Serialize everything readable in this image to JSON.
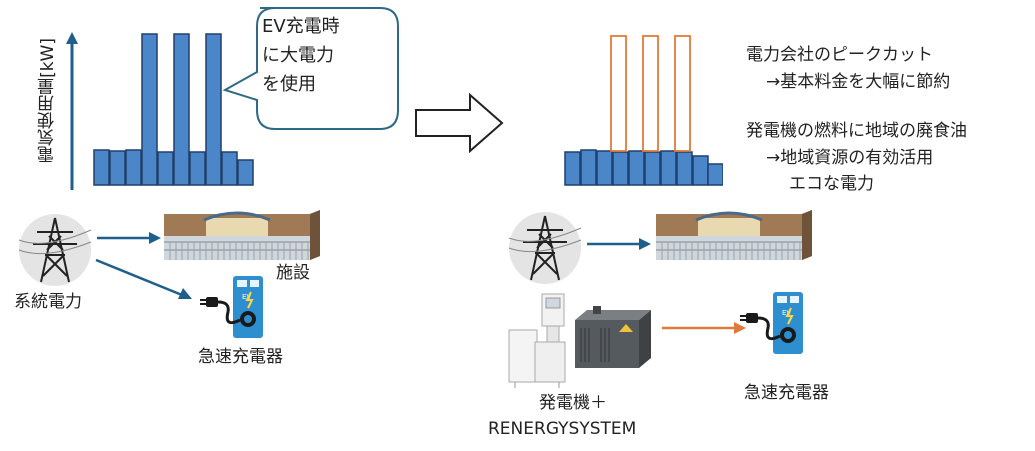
{
  "left": {
    "y_axis_label": "電気使用量[kW]",
    "speech_bubble": [
      "EV充電時",
      "に大電力",
      "を使用"
    ],
    "grid_label": "系統電力",
    "facility_label": "施設",
    "charger_label": "急速充電器"
  },
  "right": {
    "notes": [
      "電力会社のピークカット",
      "→基本料金を大幅に節約",
      "発電機の燃料に地域の廃食油",
      "→地域資源の有効活用",
      "エコな電力"
    ],
    "generator_label": [
      "発電機＋",
      "RENERGYSYSTEM"
    ],
    "charger_label": "急速充電器"
  },
  "colors": {
    "bar_fill": "#4a86c8",
    "bar_stroke": "#1f3f6e",
    "peak_outline": "#e07a3a",
    "arrow_blue": "#1f5f8b",
    "arrow_orange": "#e07a3a",
    "charger_blue": "#2e8fd0"
  },
  "icons": {
    "grid": "power-pylon-icon",
    "facility": "building-icon",
    "charger": "ev-charger-icon",
    "generator": "generator-icon",
    "transition": "right-arrow-icon"
  }
}
